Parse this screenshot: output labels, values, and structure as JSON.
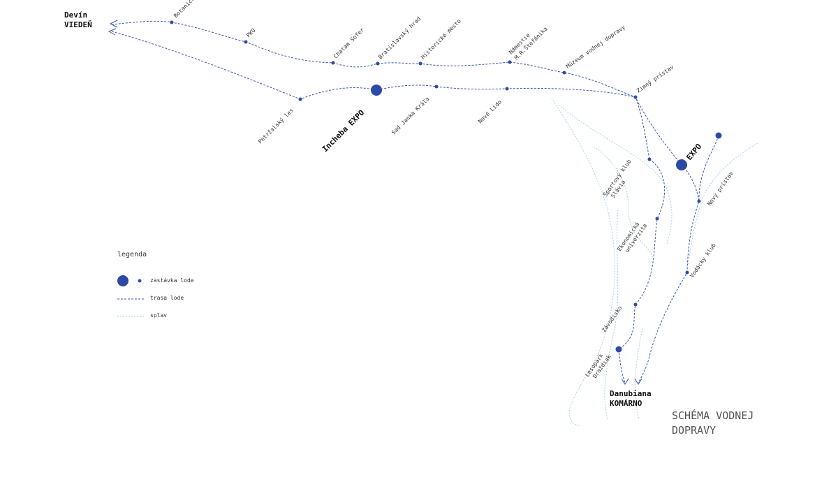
{
  "diagram": {
    "title_lines": [
      "SCHÉMA VODNEJ",
      "DOPRAVY"
    ],
    "terminals": {
      "west": [
        "Devín",
        "VIEDEŇ"
      ],
      "south": [
        "Danubiana",
        "KOMÁRNO"
      ]
    },
    "major_stops": {
      "incheba": "Incheba EXPO",
      "expo": "EXPO"
    },
    "stops": {
      "botanicka": "Botanická",
      "pko": "PKO",
      "chatam": "Chatam Sofer",
      "hrad": "Bratislavský hrad",
      "historicke": "Historické mesto",
      "namestie_1": "Námestie",
      "namestie_2": "M.R.Štefánika",
      "muzeum": "Múzeum vodnej dopravy",
      "zimny": "Zimný prístav",
      "petrzalka": "Petržalský les",
      "sad": "Sad Janka Kráľa",
      "nove_lido": "Nové Lido",
      "sportovy_1": "Športový klub",
      "sportovy_2": "Slávia",
      "novy_pristav": "Nový prístav",
      "ekonom_1": "Ekonomická",
      "ekonom_2": "univerzita",
      "vodacky": "Vodácky klub",
      "zavodisko": "Závodisko",
      "lesopark_1": "Lesopark",
      "lesopark_2": "Draždiak"
    }
  },
  "legend": {
    "heading": "legenda",
    "stop": "zastávka lode",
    "route": "trasa lode",
    "splav": "splav"
  }
}
